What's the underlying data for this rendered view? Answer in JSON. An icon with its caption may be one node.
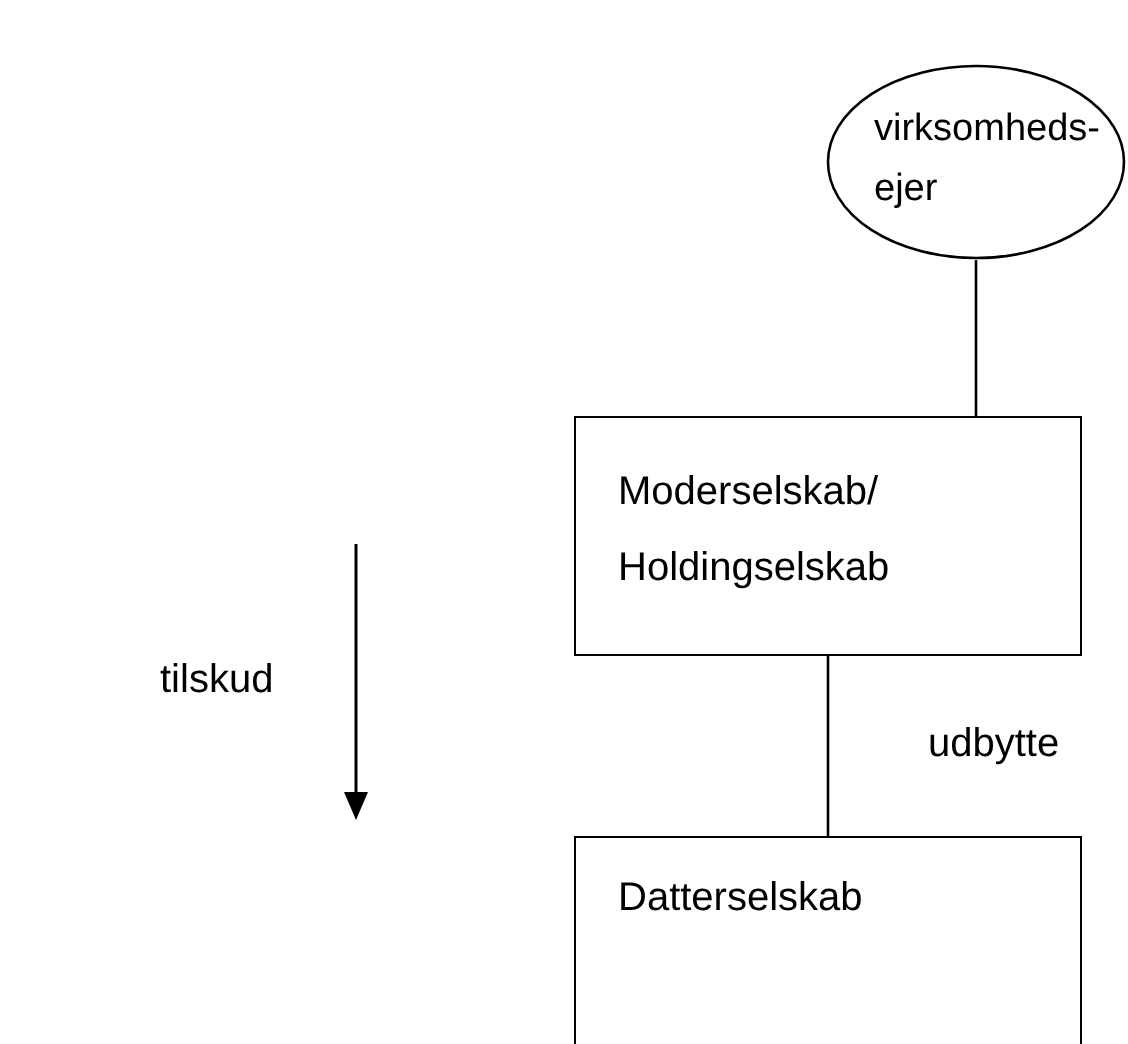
{
  "diagram": {
    "nodes": [
      {
        "text": [
          "virksomheds- ejer"
        ]
      },
      {
        "text": [
          "Moderselskab/ Holdingselskab"
        ]
      },
      {
        "text": [
          "Datterselskab"
        ]
      }
    ],
    "edges": [
      {
        "from": 0,
        "to": 1,
        "arrow": "none"
      },
      {
        "from": 1,
        "to": 2,
        "arrow": "none",
        "label": "udbytte"
      }
    ],
    "labels": [
      "tilskud"
    ]
  }
}
